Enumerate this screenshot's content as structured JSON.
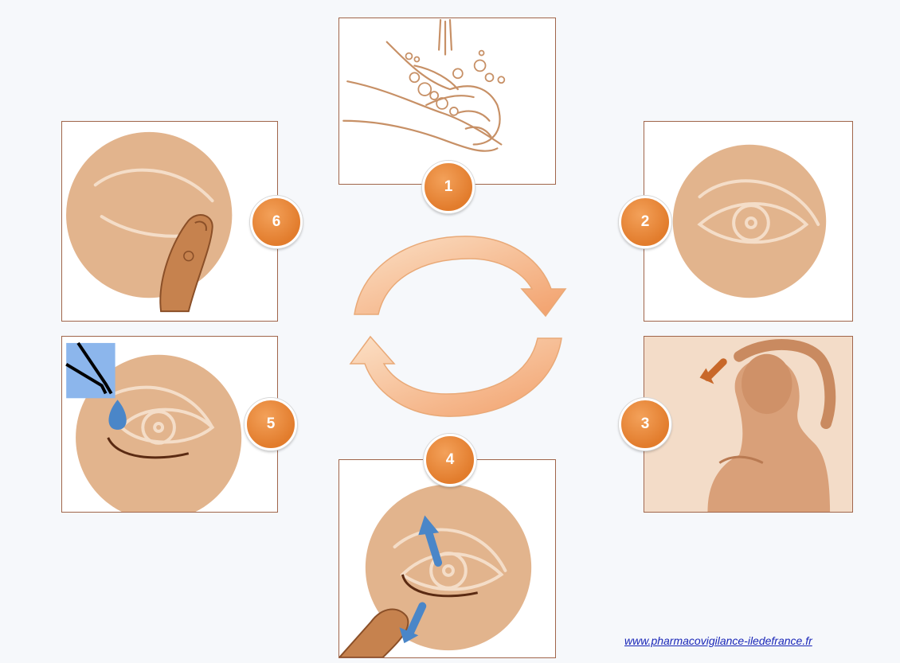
{
  "steps": [
    {
      "number": "1",
      "icon": "hand-washing"
    },
    {
      "number": "2",
      "icon": "eye"
    },
    {
      "number": "3",
      "icon": "head-tilt-back"
    },
    {
      "number": "4",
      "icon": "pull-down-lower-eyelid"
    },
    {
      "number": "5",
      "icon": "eye-drop-instillation"
    },
    {
      "number": "6",
      "icon": "press-inner-eye-corner"
    }
  ],
  "cycle_icon": "circular-arrows",
  "source_link": "www.pharmacovigilance-iledefrance.fr",
  "colors": {
    "skin": "#e2b48d",
    "outline": "#a0654a",
    "badge": "#e27c2c",
    "arrow_blue": "#4a86c8",
    "link": "#1a27b8"
  }
}
